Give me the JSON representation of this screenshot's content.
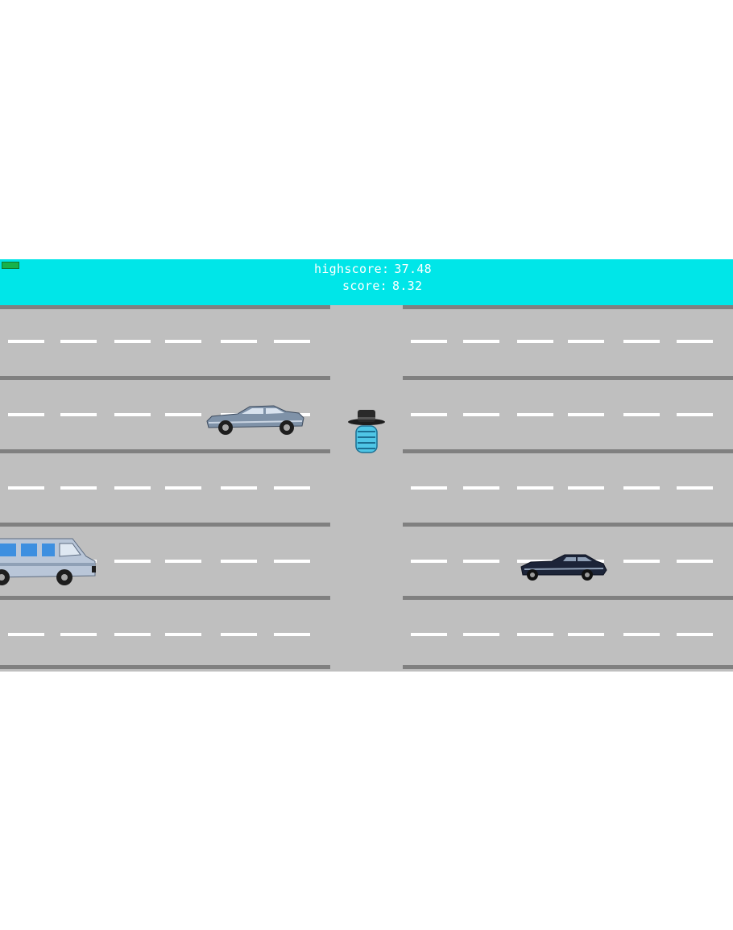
{
  "hud": {
    "highscore_label": "highscore:",
    "highscore_value": "37.48",
    "score_label": "score:",
    "score_value": "8.32"
  },
  "colors": {
    "hud_background": "#00e6e8",
    "road": "#bfbfbf",
    "lane_divider": "#808080",
    "lane_dash": "#ffffff",
    "indicator": "#17b24a"
  },
  "scene": {
    "lanes": 5,
    "player": {
      "name": "player-character",
      "icon": "hat-robot-icon",
      "lane": 2
    },
    "vehicles": [
      {
        "name": "silver-sedan",
        "icon": "sedan-icon",
        "lane": 2,
        "direction": "right",
        "color": "#7f92a8"
      },
      {
        "name": "white-van",
        "icon": "van-icon",
        "lane": 4,
        "direction": "right",
        "color": "#b9c6d8"
      },
      {
        "name": "dark-classic-car",
        "icon": "classic-car-icon",
        "lane": 4,
        "direction": "right",
        "color": "#1c2438"
      }
    ]
  }
}
